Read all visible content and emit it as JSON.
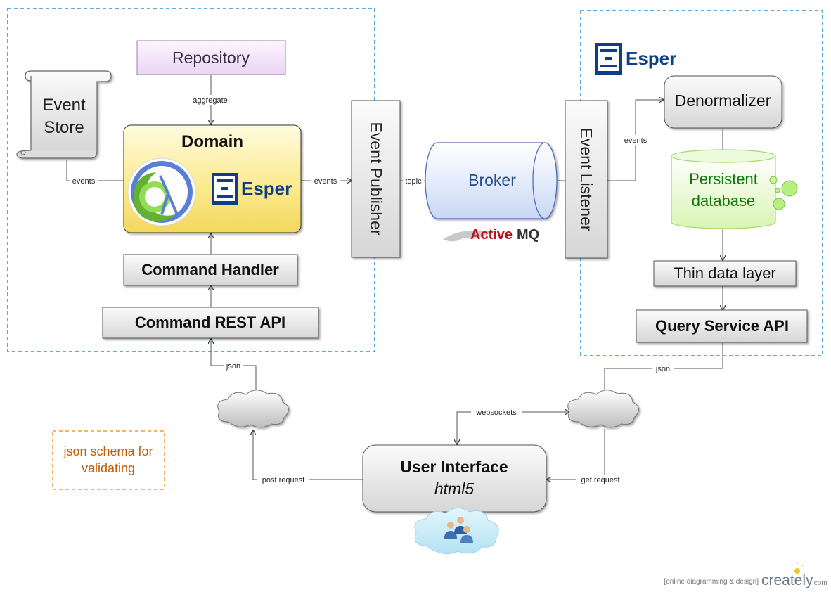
{
  "left_group": {
    "repository": "Repository",
    "aggregate": "aggregate",
    "event_store_line1": "Event",
    "event_store_line2": "Store",
    "events_left": "events",
    "domain_title": "Domain",
    "esper_text": "Esper",
    "events_mid": "events",
    "command_handler": "Command Handler",
    "command_rest_api": "Command REST API"
  },
  "publisher": "Event Publisher",
  "topic": "topic",
  "broker": "Broker",
  "activemq_part1": "Active",
  "activemq_part2": "MQ",
  "listener": "Event Listener",
  "right_group": {
    "esper_text": "Esper",
    "events": "events",
    "denormalizer": "Denormalizer",
    "persistent_line1": "Persistent",
    "persistent_line2": "database",
    "thin_data_layer": "Thin data layer",
    "query_service_api": "Query Service API"
  },
  "json_left": "json",
  "json_right": "json",
  "websockets": "websockets",
  "post_request": "post request",
  "get_request": "get request",
  "ui_title": "User Interface",
  "ui_subtitle": "html5",
  "note_line1": "json schema for",
  "note_line2": "validating",
  "footer_tagline": "[online diagramming & design]",
  "footer_brand_1": "creately",
  "footer_brand_2": ".com",
  "colors": {
    "group_border": "#2f8fd8",
    "note_border": "#f0a020",
    "note_text": "#c85a00",
    "db_text": "#0a7a0a",
    "broker_text": "#274f8a",
    "esper_blue": "#0b3f86",
    "activemq_red": "#b8121b"
  }
}
